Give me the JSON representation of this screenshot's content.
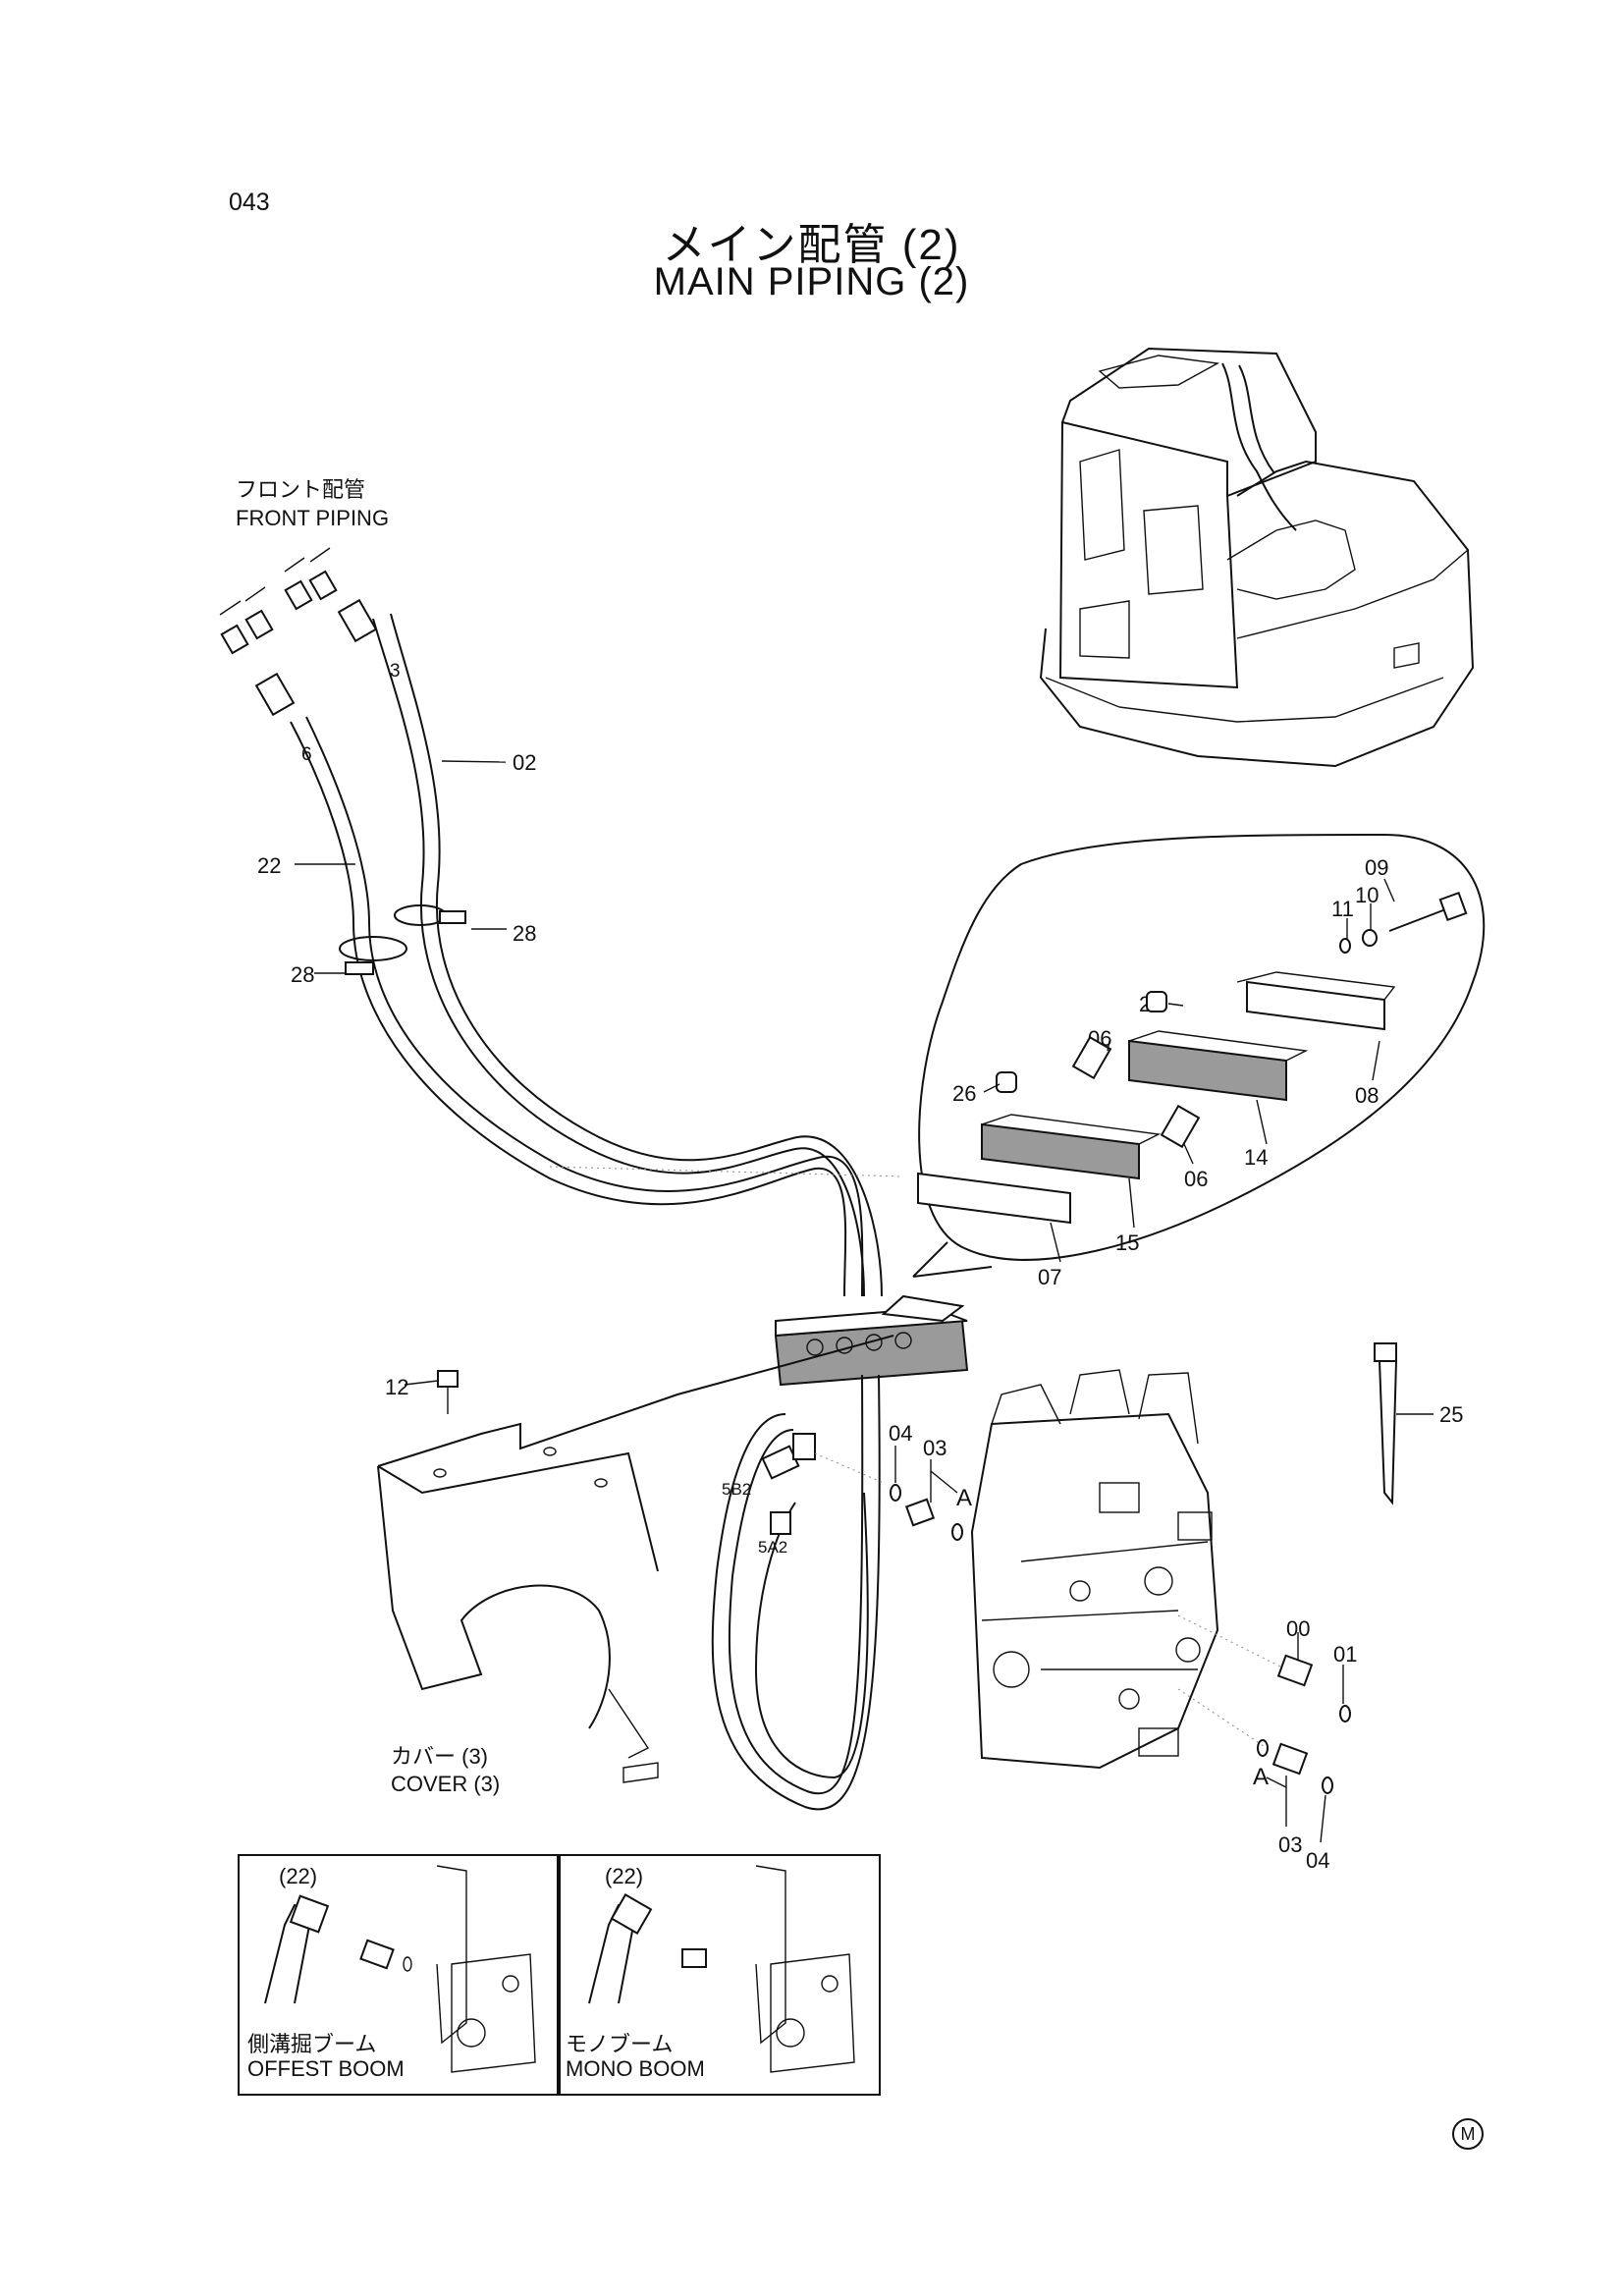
{
  "page_number": "043",
  "title": {
    "japanese": "メイン配管 (2)",
    "english": "MAIN PIPING (2)"
  },
  "labels": {
    "front_piping_jp": "フロント配管",
    "front_piping_en": "FRONT PIPING",
    "cover_jp": "カバー (3)",
    "cover_en": "COVER (3)",
    "offset_boom_jp": "側溝掘ブーム",
    "offset_boom_en": "OFFEST BOOM",
    "mono_boom_jp": "モノブーム",
    "mono_boom_en": "MONO BOOM",
    "inset_part_left": "(22)",
    "inset_part_right": "(22)",
    "port_5b2": "5B2",
    "port_5a2": "5A2",
    "view_a_upper": "A",
    "view_a_lower": "A",
    "mark": "M"
  },
  "callouts": {
    "p02": "02",
    "p22": "22",
    "p28_right": "28",
    "p28_left": "28",
    "hose_3": "3",
    "hose_6": "6",
    "p09": "09",
    "p11": "11",
    "p10": "10",
    "p26_top": "26",
    "p06_top": "06",
    "p26_left": "26",
    "p08": "08",
    "p14": "14",
    "p06_bottom": "06",
    "p15": "15",
    "p07": "07",
    "p12": "12",
    "p25": "25",
    "p04_upper": "04",
    "p03_upper": "03",
    "p00": "00",
    "p01": "01",
    "p03_lower": "03",
    "p04_lower": "04"
  }
}
